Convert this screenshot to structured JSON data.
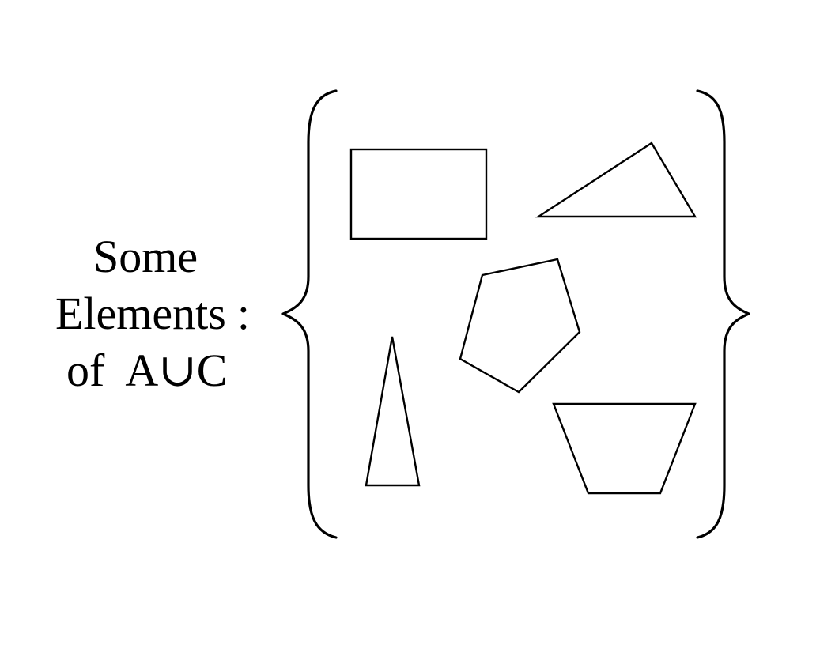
{
  "label": {
    "line1": "Some",
    "line2": "Elements",
    "colon": ":",
    "line3_word": "of",
    "line3_set": "A∪C"
  },
  "set_elements": [
    {
      "shape": "rectangle"
    },
    {
      "shape": "obtuse-triangle"
    },
    {
      "shape": "pentagon"
    },
    {
      "shape": "isosceles-triangle"
    },
    {
      "shape": "trapezoid"
    }
  ],
  "colors": {
    "ink": "#000000",
    "background": "#ffffff"
  }
}
